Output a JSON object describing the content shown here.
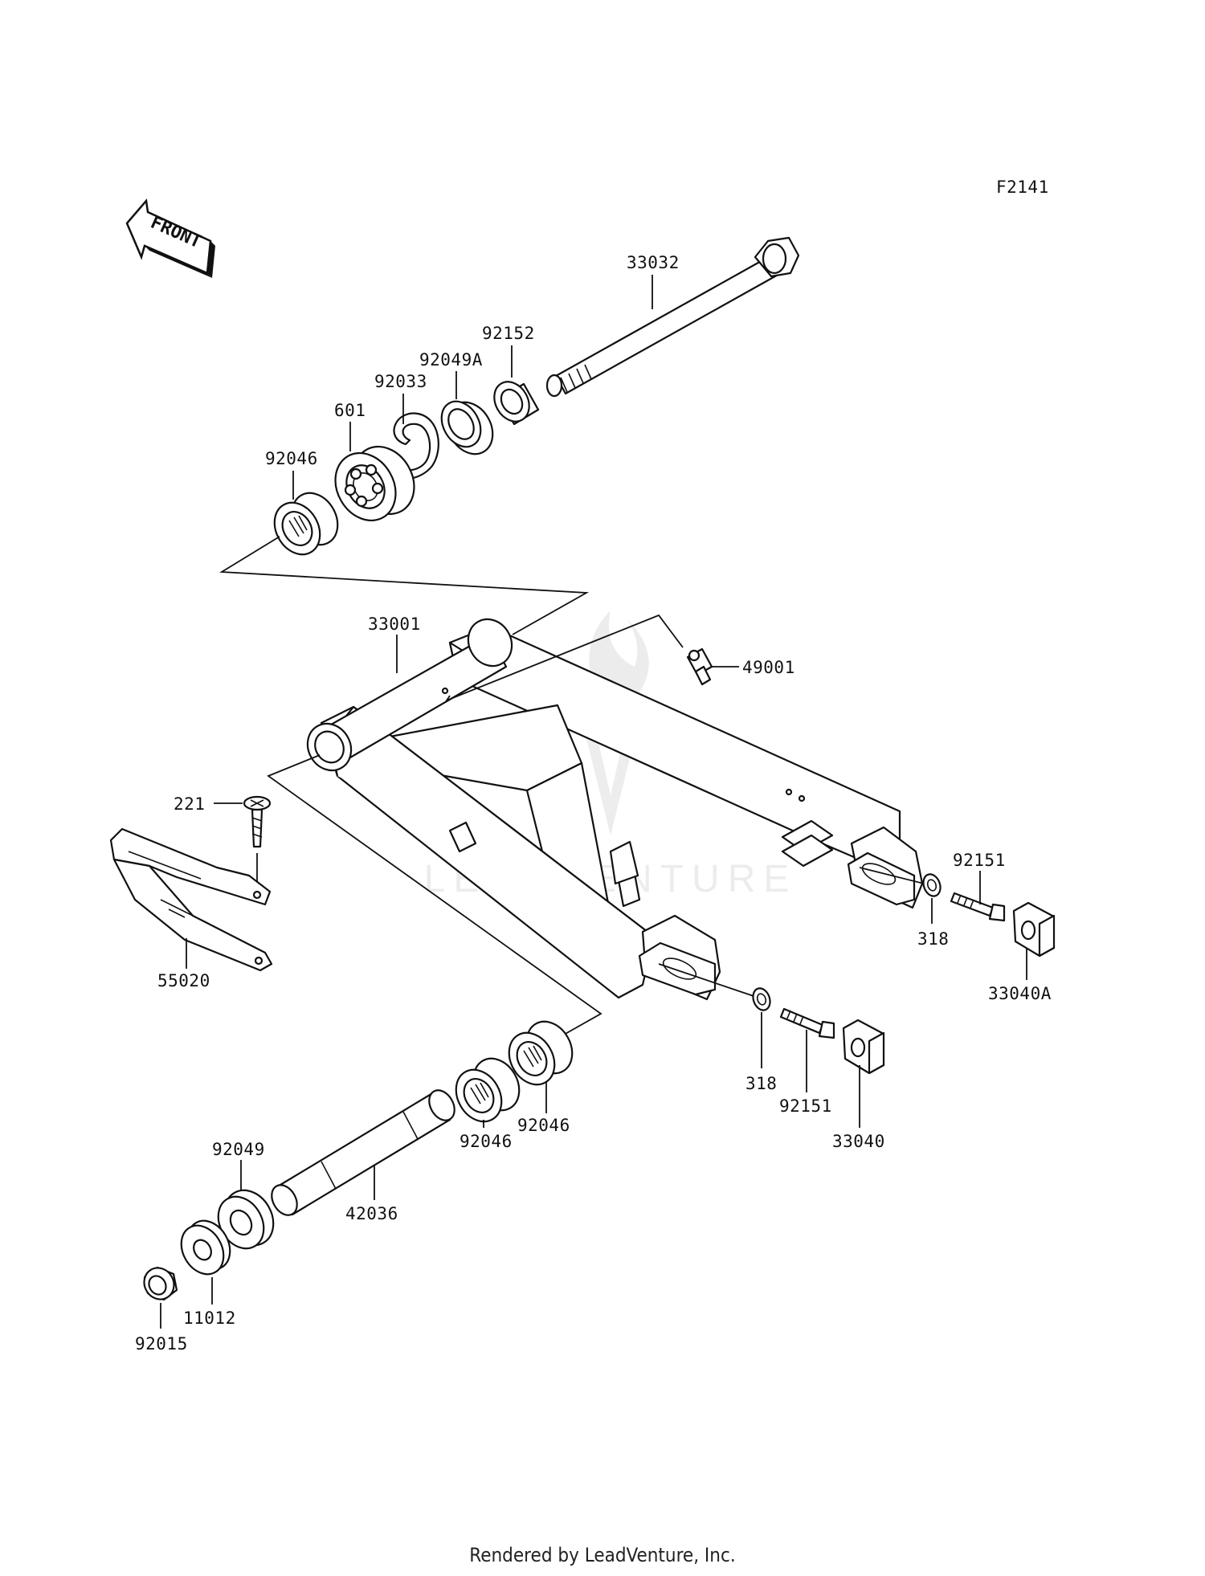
{
  "diagram_code": "F2141",
  "front_arrow_text": "FRONT",
  "watermark_text": "LEADVENTURE",
  "footer": "Rendered by LeadVenture, Inc.",
  "labels": {
    "p33032": "33032",
    "p92152": "92152",
    "p92049A": "92049A",
    "p92033": "92033",
    "p601": "601",
    "p92046_top": "92046",
    "p33001": "33001",
    "p49001": "49001",
    "p221": "221",
    "p55020": "55020",
    "p92151_right": "92151",
    "p318_right": "318",
    "p33040A": "33040A",
    "p318_mid": "318",
    "p92151_mid": "92151",
    "p33040": "33040",
    "p92046_a": "92046",
    "p92046_b": "92046",
    "p92049": "92049",
    "p42036": "42036",
    "p11012": "11012",
    "p92015": "92015"
  }
}
